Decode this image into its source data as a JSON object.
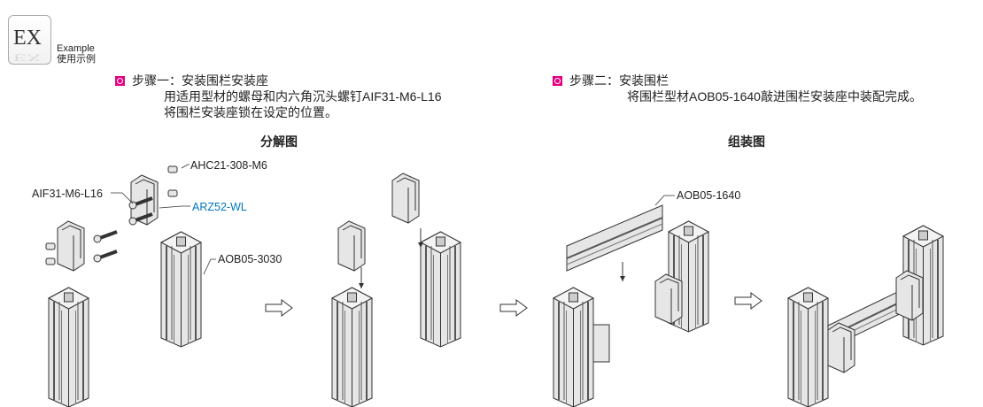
{
  "header": {
    "logo": "EX",
    "label_en": "Example",
    "label_cn": "使用示例"
  },
  "step1": {
    "prefix": "步骤一：",
    "title": "安装围栏安装座",
    "line1": "用适用型材的螺母和内六角沉头螺钉AIF31-M6-L16",
    "line2": "将围栏安装座锁在设定的位置。",
    "diagram_title": "分解图"
  },
  "step2": {
    "prefix": "步骤二：",
    "title": "安装围栏",
    "line1": "将围栏型材AOB05-1640敲进围栏安装座中装配完成。",
    "diagram_title": "组装图"
  },
  "parts": {
    "nut": "AHC21-308-M6",
    "screw": "AIF31-M6-L16",
    "bracket": "ARZ52-WL",
    "post": "AOB05-3030",
    "rail": "AOB05-1640"
  },
  "colors": {
    "accent": "#e4007f",
    "link": "#0075c2"
  }
}
